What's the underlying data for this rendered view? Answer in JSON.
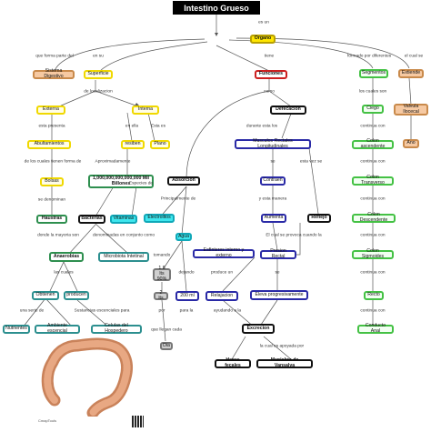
{
  "title": "Intestino Grueso",
  "nodes": {
    "organo": "Organo",
    "sistema_digestivo": "Sistema Digestivo",
    "superficie": "Superficie",
    "funciones": "Funciones",
    "segmentos": "Segmentos",
    "extiende": "Extiende",
    "externa": "Externa",
    "interna": "Interna",
    "defecacion": "Defecacion",
    "ciego": "Ciego",
    "valvula": "Valvula Ilocecal",
    "abultamientos": "Abultamientos",
    "resiben": "resiben",
    "plano": "Plano",
    "musculos": "Musculos Rectales Longitudinales",
    "colon_ascendente": "Colon ascendente",
    "ano": "Ano",
    "bolsas": "Bolsas",
    "billones": "1,000,000,000,000,000 Mil Billones",
    "absorcion": "Absorcion",
    "contraen": "Contraen",
    "colon_transverso": "Colon Transverso",
    "haustras": "Haustras",
    "bacterias": "Bacterias",
    "vitaminas": "Vitaminas",
    "electrolitos": "Electrolitos",
    "aumenta": "Aumenta",
    "reflejo": "Reflejo",
    "colon_descendente": "Colon Descendente",
    "agua": "Agua",
    "esfinteres": "Esfinteres interno y externo",
    "presion_rectal": "Presion Rectal",
    "colon_sigmoides": "Colon Sigmoides",
    "anaerobias": "Anaerobias",
    "microbiota": "Microbiota Intetinal",
    "lts_18": "1.8 lts 90%",
    "recto": "Recto",
    "obtienen": "Obtienen",
    "producen": "producen",
    "lts_2": "2 lts",
    "ml_200": "200 ml",
    "relajacion": "Relajacion",
    "eleva": "Eleva progresivamente",
    "nutrientes": "Nutrientes",
    "ambiente": "Ambiente escencial",
    "celulas": "Celulas del Hospedero",
    "conducto_anal": "Conducto Anal",
    "excrecion": "Excrecion",
    "dia": "Dia",
    "heces": "Heces fecales",
    "maniobra": "Maniobra de Vansalva"
  },
  "labels": {
    "es_un": "es un",
    "forma_parte": "que forma parte del",
    "en_su": "en su",
    "tiene": "tiene",
    "formado_por": "formado por diferentes",
    "el_cual_se": "el cual se",
    "de_localizacion": "de localizacion",
    "como": "como",
    "los_cuales_son": "los cuales son",
    "en_ella": "en ella",
    "esta_es": "Esta es",
    "durante_esta": "durante esta los",
    "continua_con_1": "continua con",
    "esta_presenta": "esta presenta",
    "de_los_cuales": "de los cuales tienen forma de",
    "aproximadamente": "Aproximadamente",
    "se_1": "se",
    "esta_vez_se": "esta vez se",
    "continua_con_2": "continua con",
    "se_denominan": "se denominan",
    "especies_de": "Especies de",
    "principalmente_de": "Principalmente de",
    "y_esta_manera": "y esta manera",
    "continua_con_3": "continua con",
    "donde_la_mayoria": "donde la mayoria son",
    "denominadas": "denominadas en conjunto como",
    "el_cual_provoca": "El cual se provoca cuando la",
    "continua_con_4": "continua con",
    "las_cuales_1": "las cuales",
    "tomando": "tomando",
    "dejando": "dejando",
    "produce_un": "produce un",
    "se": "se",
    "continua_con_5": "continua con",
    "una_serie_de": "una serie de",
    "sustancias": "Sustancias escenciales para",
    "de_los": "de los",
    "por": "por",
    "para_la": "para la",
    "ayudando_a_la": "ayudando a la",
    "que_llegan_cada": "que llegan cada",
    "la_cual_es": "la cual es apoyada por",
    "por_ultimo": "continua con"
  },
  "footer": "CmapTools"
}
